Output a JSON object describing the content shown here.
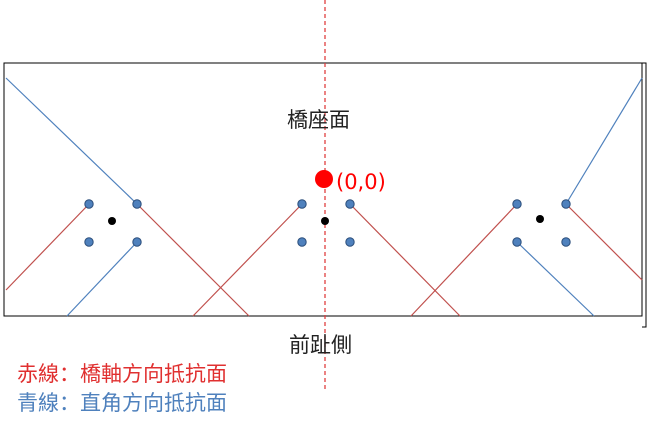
{
  "labels": {
    "top": "橋座面",
    "bottom": "前趾側",
    "origin": "(0,0)"
  },
  "legend": {
    "red": "赤線：橋軸方向抵抗面",
    "blue": "青線：直角方向抵抗面"
  },
  "colors": {
    "red_line": "#c0504d",
    "blue_line": "#4f81bd",
    "pile_fill": "#4f81bd",
    "pile_stroke": "#2a4d7a",
    "origin": "#ff0000",
    "center_dot": "#000000",
    "frame": "#000000",
    "axis": "#e04040",
    "legend_red": "#e03030",
    "legend_blue": "#4f81bd"
  }
}
